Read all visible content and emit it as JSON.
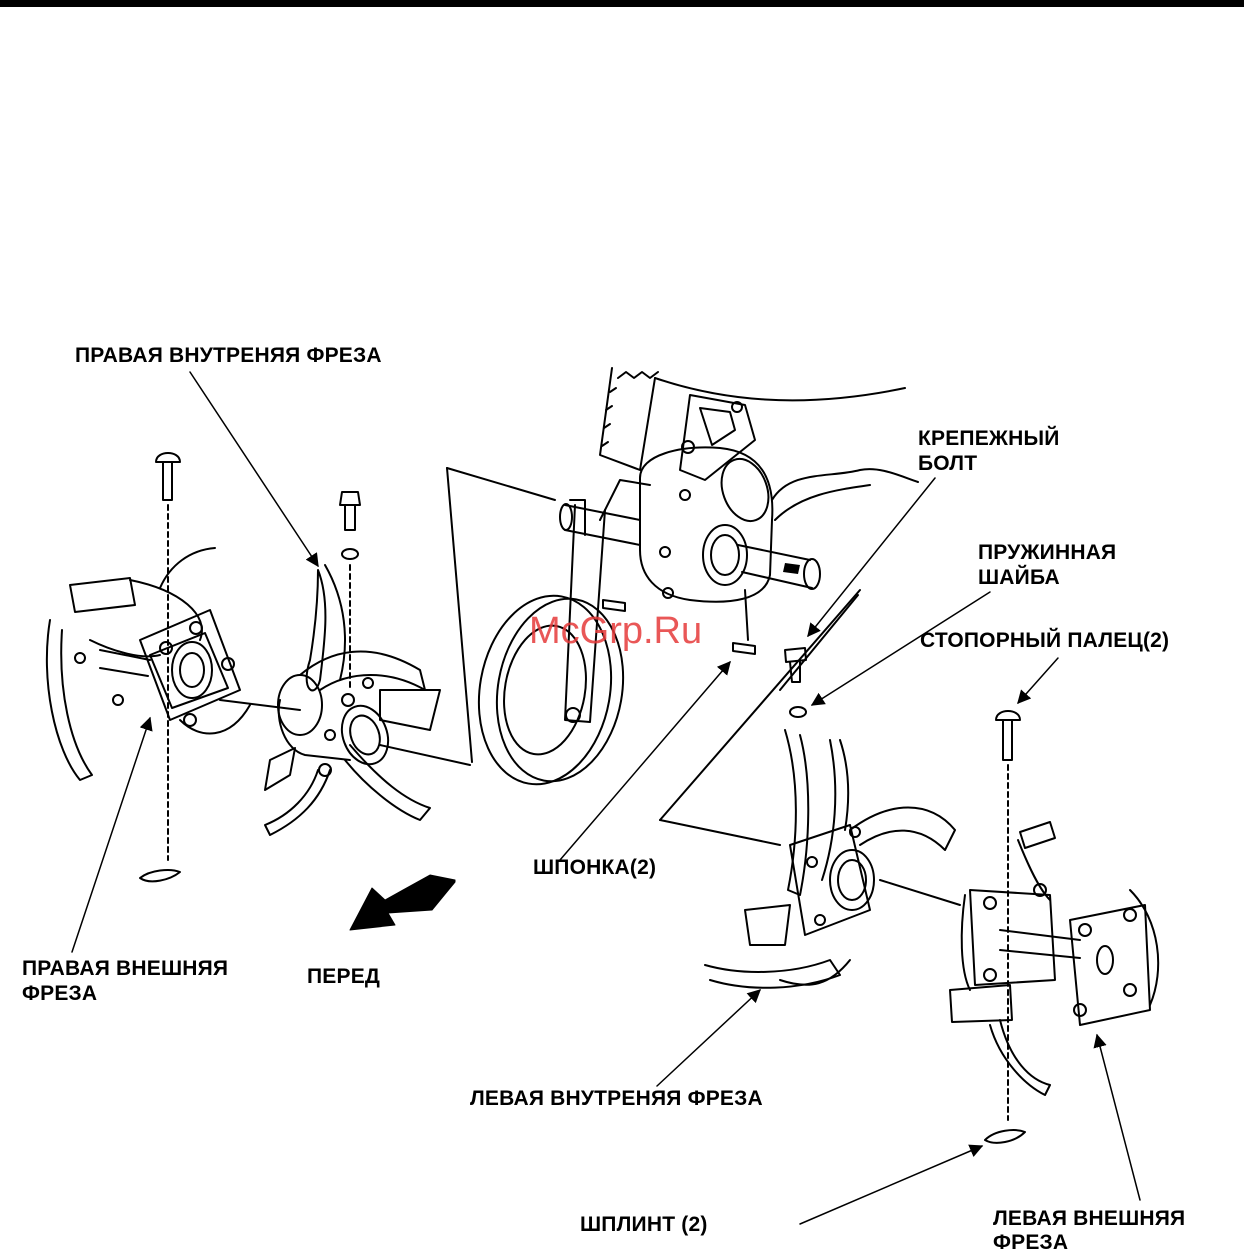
{
  "watermark": "McGrp.Ru",
  "labels": {
    "right_inner_tiller": "ПРАВАЯ ВНУТРЕНЯЯ ФРЕЗА",
    "mounting_bolt_line1": "КРЕПЕЖНЫЙ",
    "mounting_bolt_line2": "БОЛТ",
    "spring_washer_line1": "ПРУЖИННАЯ",
    "spring_washer_line2": "ШАЙБА",
    "lock_pin": "СТОПОРНЫЙ ПАЛЕЦ(2)",
    "key": "ШПОНКА(2)",
    "right_outer_tiller_line1": "ПРАВАЯ ВНЕШНЯЯ",
    "right_outer_tiller_line2": "ФРЕЗА",
    "front": "ПЕРЕД",
    "left_inner_tiller": "ЛЕВАЯ ВНУТРЕНЯЯ ФРЕЗА",
    "cotter_pin": "ШПЛИНТ (2)",
    "left_outer_tiller_line1": "ЛЕВАЯ ВНЕШНЯЯ",
    "left_outer_tiller_line2": "ФРЕЗА"
  }
}
